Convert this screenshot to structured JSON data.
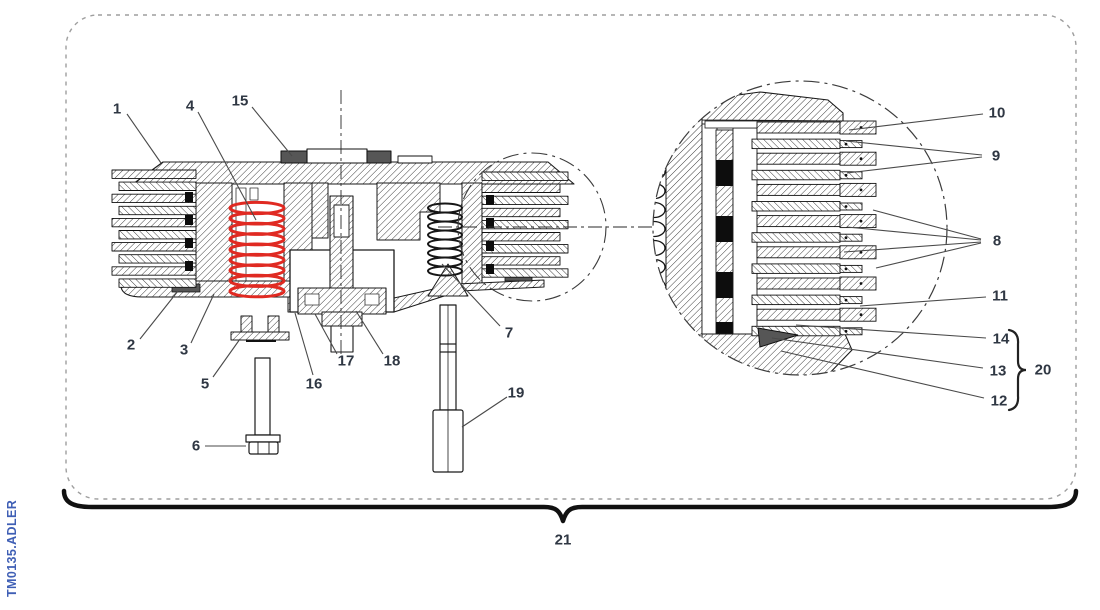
{
  "figure": {
    "type": "technical-parts-diagram",
    "subject": "clutch cross-section with magnified plate-stack detail",
    "watermark": "TM0135.ADLER",
    "assembly_callout": "21",
    "group_callout": "20",
    "colors": {
      "spring_highlight": "#e02a22",
      "watermark": "#3f5fb5",
      "callout_text": "#2f3743",
      "drawing_line": "#1a1a1a",
      "border_dash": "#9e9e9e"
    },
    "callouts": [
      {
        "label": "1"
      },
      {
        "label": "2"
      },
      {
        "label": "3"
      },
      {
        "label": "4"
      },
      {
        "label": "5"
      },
      {
        "label": "6"
      },
      {
        "label": "7"
      },
      {
        "label": "8"
      },
      {
        "label": "9"
      },
      {
        "label": "10"
      },
      {
        "label": "11"
      },
      {
        "label": "12"
      },
      {
        "label": "13"
      },
      {
        "label": "14"
      },
      {
        "label": "15"
      },
      {
        "label": "16"
      },
      {
        "label": "17"
      },
      {
        "label": "18"
      },
      {
        "label": "19"
      },
      {
        "label": "20"
      },
      {
        "label": "21"
      }
    ]
  }
}
